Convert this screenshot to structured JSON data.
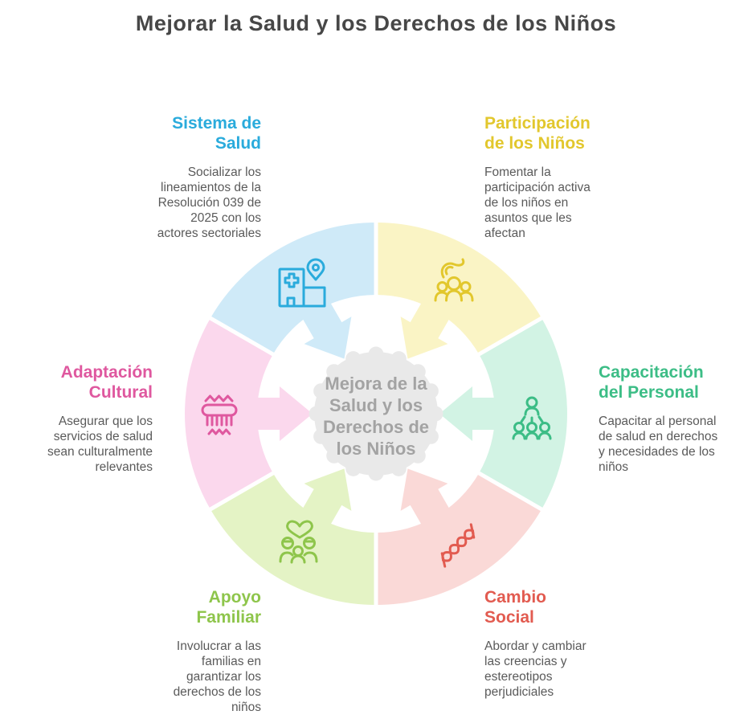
{
  "title": "Mejorar la Salud y los Derechos de los Niños",
  "center": {
    "label": "Mejora de la\nSalud y los\nDerechos de\nlos Niños",
    "fill": "#e9e9e9",
    "text_color": "#a3a3a3"
  },
  "colors": {
    "background": "#ffffff",
    "heading": "#474747",
    "body_text": "#5a5a5a",
    "separator": "#ffffff"
  },
  "sections": [
    {
      "id": "sistema-de-salud",
      "title": "Sistema de\nSalud",
      "description": "Socializar los\nlineamientos de la\nResolución 039 de\n2025 con los\nactores sectoriales",
      "accent": "#2aabdc",
      "fill": "#cfeaf8",
      "icon": "hospital-location-icon"
    },
    {
      "id": "participacion-de-los-ninos",
      "title": "Participación\nde los Niños",
      "description": "Fomentar la\nparticipación activa\nde los niños en\nasuntos que les\nafectan",
      "accent": "#e2c72d",
      "fill": "#faf4c5",
      "icon": "children-group-icon"
    },
    {
      "id": "capacitacion-del-personal",
      "title": "Capacitación\ndel Personal",
      "description": "Capacitar al personal\nde salud en derechos\ny necesidades de los\nniños",
      "accent": "#3cbd86",
      "fill": "#d2f3e4",
      "icon": "trainer-audience-icon"
    },
    {
      "id": "cambio-social",
      "title": "Cambio\nSocial",
      "description": "Abordar y cambiar\nlas creencias y\nestereotipos\nperjudiciales",
      "accent": "#e25b50",
      "fill": "#fad9d7",
      "icon": "dna-strand-icon"
    },
    {
      "id": "apoyo-familiar",
      "title": "Apoyo\nFamiliar",
      "description": "Involucrar a las\nfamilias en\ngarantizar los\nderechos de los\nniños",
      "accent": "#8ec54b",
      "fill": "#e4f3c5",
      "icon": "family-heart-icon"
    },
    {
      "id": "adaptacion-cultural",
      "title": "Adaptación\nCultural",
      "description": "Asegurar que los\nservicios de salud\nsean culturalmente\nrelevantes",
      "accent": "#df589f",
      "fill": "#fbd8ed",
      "icon": "cultural-weave-icon"
    }
  ]
}
